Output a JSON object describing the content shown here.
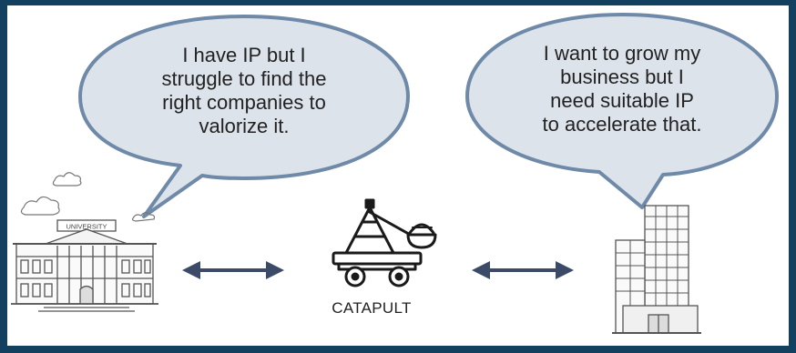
{
  "colors": {
    "frame": "#14405f",
    "bubble_fill": "#dce3ea",
    "bubble_stroke": "#6f89a8",
    "arrow": "#3b4a66",
    "sketch": "#555555"
  },
  "left_bubble": {
    "lines": [
      "I have IP but I",
      "struggle to find the",
      "right companies to",
      "valorize it."
    ]
  },
  "right_bubble": {
    "lines": [
      "I want to grow my",
      "business but I",
      "need suitable IP",
      "to accelerate that."
    ]
  },
  "university": {
    "sign_text": "UNIVERSITY",
    "icon": "university-building-icon"
  },
  "catapult": {
    "label": "CATAPULT",
    "icon": "catapult-icon"
  },
  "company": {
    "icon": "office-building-icon"
  },
  "arrows": {
    "left": "double-arrow-icon",
    "right": "double-arrow-icon"
  }
}
